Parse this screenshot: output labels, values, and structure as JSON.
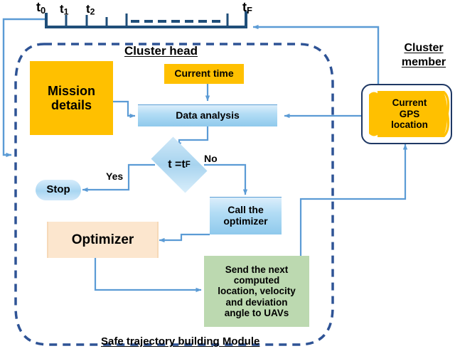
{
  "diagram": {
    "title_top": "Cluster head",
    "title_right": "Cluster member",
    "module_label": "Safe trajectory building Module"
  },
  "timeline": {
    "ticks": [
      {
        "id": "t0",
        "base": "t",
        "sub": "0"
      },
      {
        "id": "t1",
        "base": "t",
        "sub": "1"
      },
      {
        "id": "t2",
        "base": "t",
        "sub": "2"
      },
      {
        "id": "tF",
        "base": "t",
        "sub": "F"
      }
    ]
  },
  "nodes": {
    "mission_details": "Mission\ndetails",
    "mission_details_line1": "Mission",
    "mission_details_line2": "details",
    "current_time": "Current time",
    "data_analysis": "Data analysis",
    "decision": {
      "base_left": "t =t",
      "sub": "F"
    },
    "stop": "Stop",
    "optimizer": "Optimizer",
    "call_optimizer_line1": "Call the",
    "call_optimizer_line2": "optimizer",
    "send_next_line1": "Send the next",
    "send_next_line2": "computed",
    "send_next_line3": "location, velocity",
    "send_next_line4": "and deviation",
    "send_next_line5": "angle to UAVs",
    "gps_line1": "Current",
    "gps_line2": "GPS",
    "gps_line3": "location"
  },
  "edge_labels": {
    "yes": "Yes",
    "no": "No"
  },
  "colors": {
    "orange": "#FFC000",
    "blue_light": "#a8d4ef",
    "green": "#bcd9b0",
    "peach": "#fce6ce",
    "arrow_blue": "#5B9BD5",
    "dash_navy": "#2E5395",
    "timeline_navy": "#1F4E79"
  }
}
